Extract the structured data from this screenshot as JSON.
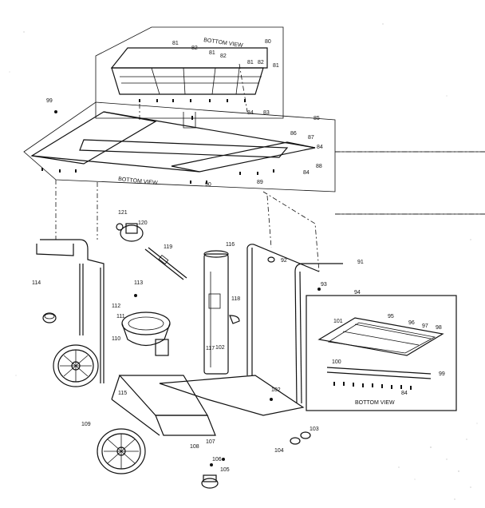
{
  "labels": {
    "bottom_view_1": "BOTTOM VIEW",
    "bottom_view_2": "BOTTOM VIEW",
    "bottom_view_3": "BOTTOM VIEW"
  },
  "part_numbers": [
    "80",
    "81",
    "82",
    "83",
    "84",
    "85",
    "86",
    "87",
    "88",
    "89",
    "90",
    "91",
    "92",
    "93",
    "94",
    "95",
    "96",
    "97",
    "98",
    "99",
    "100",
    "101",
    "102",
    "103",
    "104",
    "105",
    "106",
    "107",
    "108",
    "109",
    "110",
    "111",
    "112",
    "113",
    "114",
    "115",
    "116",
    "117",
    "118",
    "119",
    "120",
    "121"
  ]
}
